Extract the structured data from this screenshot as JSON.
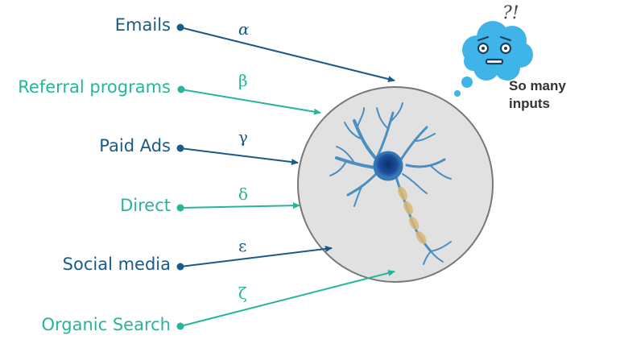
{
  "inputs": [
    {
      "label": "Emails",
      "weight": "α",
      "color": "#1a5a86"
    },
    {
      "label": "Referral programs",
      "weight": "β",
      "color": "#26b59b"
    },
    {
      "label": "Paid Ads",
      "weight": "γ",
      "color": "#1a5a86"
    },
    {
      "label": "Direct",
      "weight": "δ",
      "color": "#26b59b"
    },
    {
      "label": "Social media",
      "weight": "ε",
      "color": "#1a5a86"
    },
    {
      "label": "Organic Search",
      "weight": "ζ",
      "color": "#26b59b"
    }
  ],
  "thought": {
    "text_line1": "So many",
    "text_line2": "inputs",
    "marks": "?!"
  },
  "colors": {
    "dark": "#1a5a86",
    "teal": "#26b59b",
    "cloud": "#3fb4e8",
    "circle_fill": "#e1e1e1",
    "circle_stroke": "#777777",
    "neuron": "#4a8fc0"
  }
}
